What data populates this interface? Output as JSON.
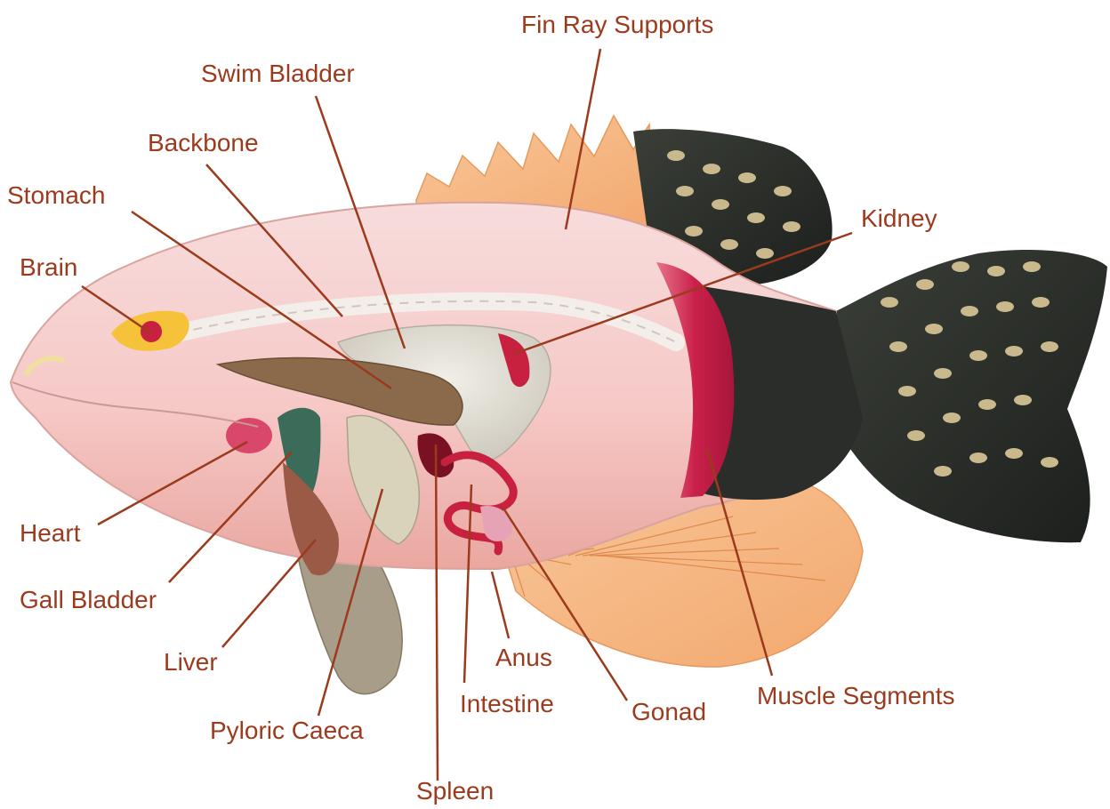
{
  "colors": {
    "label": "#9c3a1d",
    "leader_line": "#9c3a1d",
    "background": "#ffffff"
  },
  "diagram": {
    "subject": "fish-internal-anatomy",
    "labels": {
      "fin_ray_supports": "Fin Ray Supports",
      "swim_bladder": "Swim Bladder",
      "backbone": "Backbone",
      "stomach": "Stomach",
      "kidney": "Kidney",
      "brain": "Brain",
      "heart": "Heart",
      "gall_bladder": "Gall Bladder",
      "liver": "Liver",
      "pyloric_caeca": "Pyloric Caeca",
      "spleen": "Spleen",
      "intestine": "Intestine",
      "anus": "Anus",
      "gonad": "Gonad",
      "muscle_segments": "Muscle Segments"
    }
  }
}
